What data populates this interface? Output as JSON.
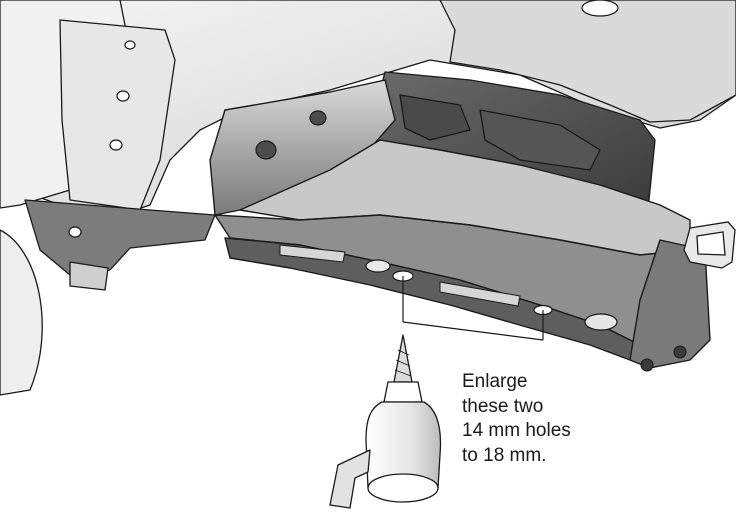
{
  "callout": {
    "lines": [
      "Enlarge",
      "these two",
      "14 mm holes",
      "to 18 mm."
    ]
  },
  "colors": {
    "line": "#1a1a1a",
    "light_metal": "#e9e9e9",
    "mid_metal": "#bdbdbd",
    "dark_metal": "#5a5a5a",
    "shadow": "#2e2e2e"
  }
}
